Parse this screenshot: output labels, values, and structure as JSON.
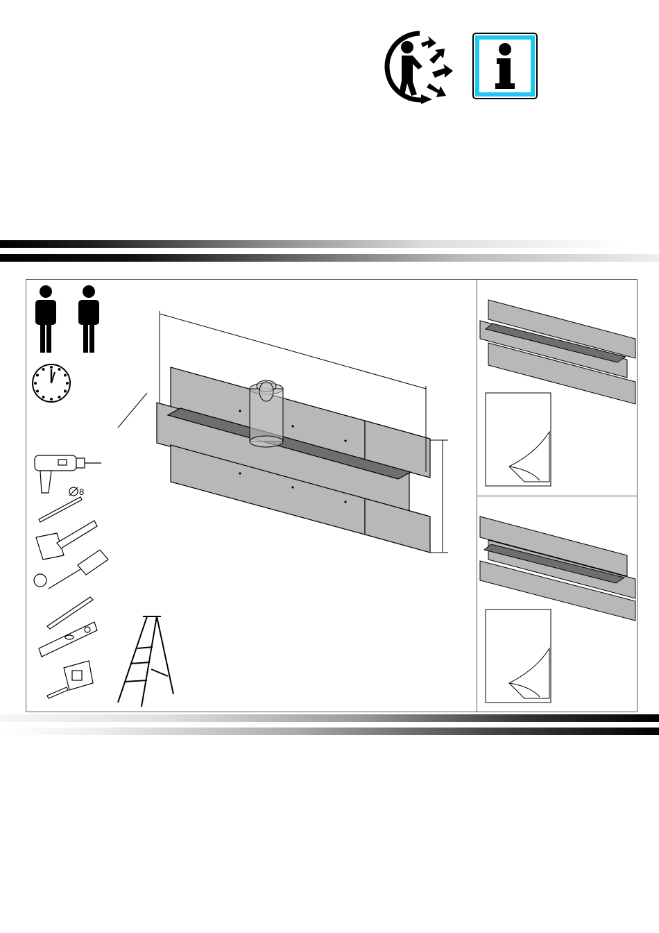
{
  "header": {
    "recycle_icon": "tidyman-recycle-icon",
    "info_icon": "information-icon",
    "info_glyph": "i",
    "info_color": "#1ec8f0"
  },
  "tools": {
    "drill_bit_label": "8",
    "items": [
      "drill-icon",
      "drill-bit-icon",
      "hammer-icon",
      "screwdriver-icon",
      "pencil-icon",
      "spirit-level-icon",
      "tape-measure-icon",
      "ladder-icon"
    ]
  },
  "assembly": {
    "people_count": 2,
    "clock_icon": "clock-icon"
  },
  "colors": {
    "panel_fill": "#b8b8b8",
    "shelf_fill": "#6e6e6e",
    "line": "#000000"
  }
}
